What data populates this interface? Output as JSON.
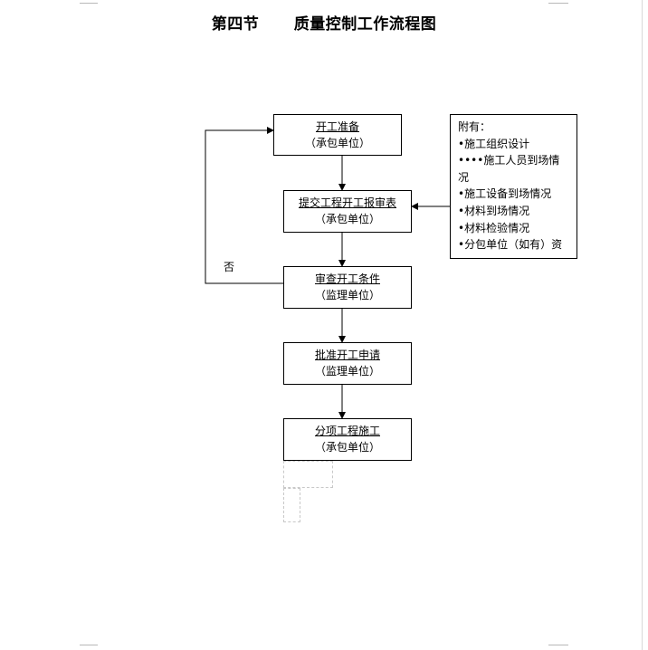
{
  "title": "第四节      质量控制工作流程图",
  "steps": [
    {
      "name": "开工准备",
      "party": "（承包单位）"
    },
    {
      "name": "提交工程开工报审表",
      "party": "（承包单位）"
    },
    {
      "name": "审查开工条件",
      "party": "（监理单位）"
    },
    {
      "name": "批准开工申请",
      "party": "（监理单位）"
    },
    {
      "name": "分项工程施工",
      "party": "（承包单位）"
    }
  ],
  "note": {
    "heading": "附有：",
    "lines": [
      "•施工组织设计",
      "••••施工人员到场情",
      "况",
      "•施工设备到场情况",
      "•材料到场情况",
      "•材料检验情况",
      "•分包单位（如有）资"
    ]
  },
  "loop_label": "否"
}
